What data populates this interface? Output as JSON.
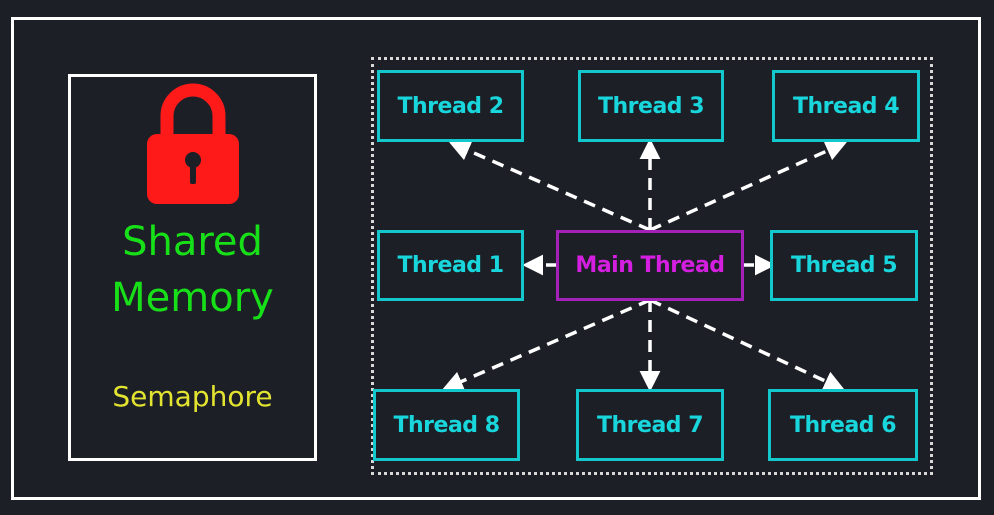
{
  "memory": {
    "lock_icon": "padlock-icon",
    "shared_line1": "Shared",
    "shared_line2": "Memory",
    "semaphore": "Semaphore"
  },
  "threads": {
    "main": "Main Thread",
    "t1": "Thread 1",
    "t2": "Thread 2",
    "t3": "Thread 3",
    "t4": "Thread 4",
    "t5": "Thread 5",
    "t6": "Thread 6",
    "t7": "Thread 7",
    "t8": "Thread 8"
  },
  "colors": {
    "background": "#1c1f26",
    "frame": "#ffffff",
    "lock": "#ff1a1a",
    "shared_memory_text": "#18e018",
    "semaphore_text": "#e3e430",
    "thread_border": "#13c8cc",
    "thread_text": "#18d6dc",
    "main_border": "#a321b8",
    "main_text": "#d41ee0",
    "arrow": "#ffffff"
  }
}
